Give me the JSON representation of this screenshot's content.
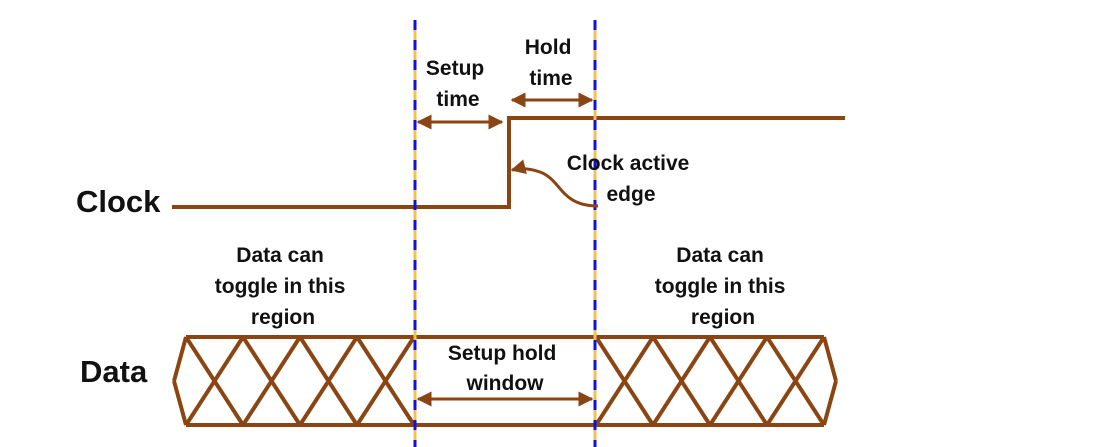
{
  "colors": {
    "signal": "#8B4513",
    "marker_blue": "#1111dd",
    "marker_yellow": "#f2c14e",
    "text": "#111111"
  },
  "labels": {
    "clock": "Clock",
    "data": "Data",
    "setup_time": [
      "Setup",
      "time"
    ],
    "hold_time": [
      "Hold",
      "time"
    ],
    "clock_active_edge": [
      "Clock active",
      "edge"
    ],
    "toggle_left": [
      "Data can",
      "toggle in this",
      "region"
    ],
    "toggle_right": [
      "Data can",
      "toggle in this",
      "region"
    ],
    "setup_hold_window": [
      "Setup hold",
      "window"
    ]
  }
}
